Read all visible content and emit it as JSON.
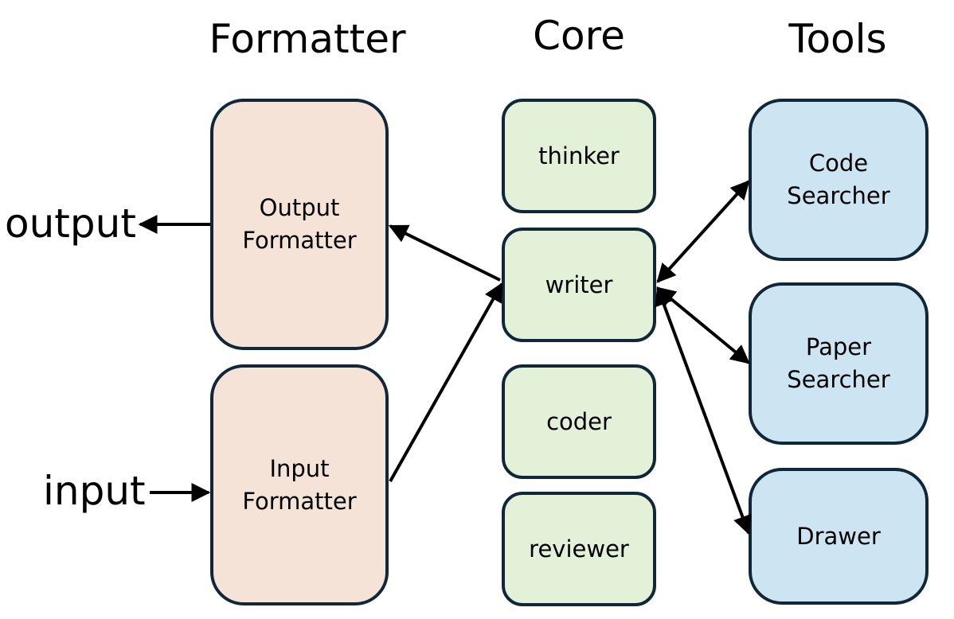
{
  "headings": {
    "formatter": "Formatter",
    "core": "Core",
    "tools": "Tools"
  },
  "io": {
    "output": "output",
    "input": "input"
  },
  "formatter_boxes": {
    "output": "Output\nFormatter",
    "input": "Input\nFormatter"
  },
  "core_boxes": {
    "thinker": "thinker",
    "writer": "writer",
    "coder": "coder",
    "reviewer": "reviewer"
  },
  "tool_boxes": {
    "code_searcher": "Code\nSearcher",
    "paper_searcher": "Paper\nSearcher",
    "drawer": "Drawer"
  },
  "colors": {
    "formatter_fill": "#f5e3d8",
    "core_fill": "#e2f1d8",
    "tool_fill": "#cde4f2",
    "border": "#10273a",
    "arrow": "#000000"
  }
}
